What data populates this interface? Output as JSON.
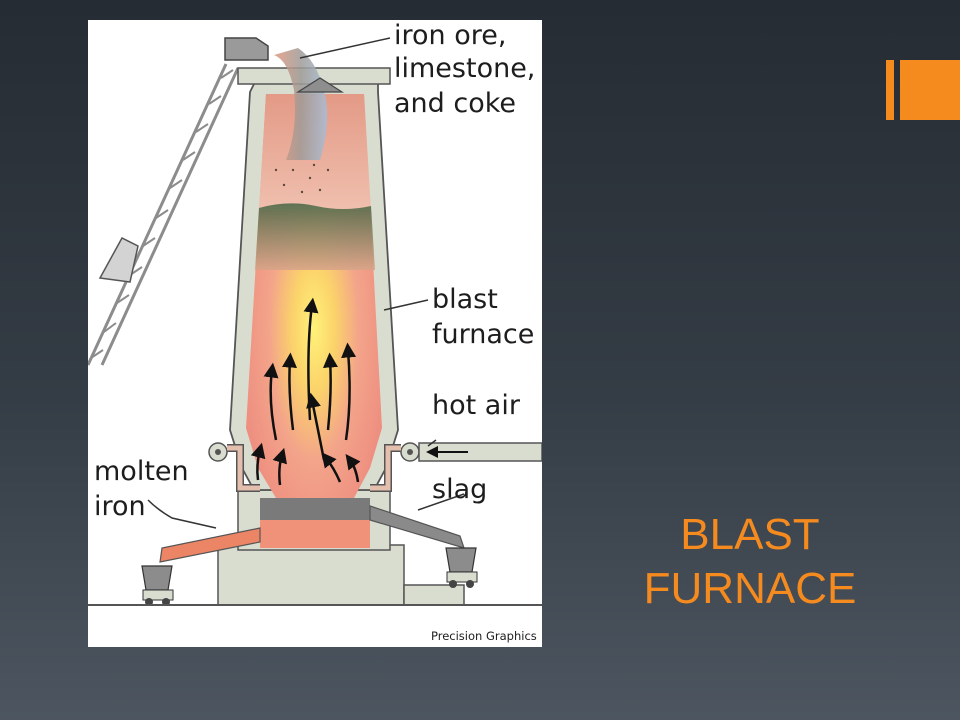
{
  "slide": {
    "title_line1": "BLAST",
    "title_line2": "FURNACE",
    "accent_color": "#f58a1f"
  },
  "diagram": {
    "labels": {
      "ore_line1": "iron ore,",
      "ore_line2": "limestone,",
      "ore_line3": "and coke",
      "furnace_line1": "blast",
      "furnace_line2": "furnace",
      "hot_air": "hot air",
      "slag": "slag",
      "iron_line1": "molten",
      "iron_line2": "iron"
    },
    "credit": "Precision Graphics"
  }
}
